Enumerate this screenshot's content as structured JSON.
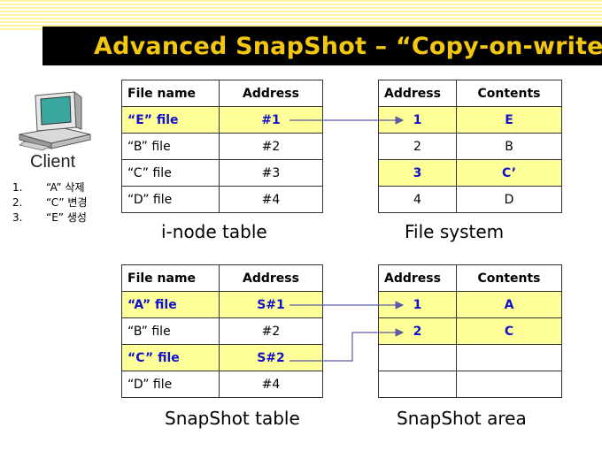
{
  "title": "Advanced SnapShot – “Copy-on-write”",
  "client": {
    "icon": "computer-icon",
    "label": "Client",
    "operations": [
      {
        "num": "1.",
        "text": "“A” 삭제"
      },
      {
        "num": "2.",
        "text": "“C” 변경"
      },
      {
        "num": "3.",
        "text": "“E” 생성"
      }
    ]
  },
  "inode_table": {
    "caption": "i-node table",
    "headers": [
      "File name",
      "Address"
    ],
    "rows": [
      {
        "name": "“E” file",
        "address": "#1"
      },
      {
        "name": "“B” file",
        "address": "#2"
      },
      {
        "name": "“C” file",
        "address": "#3"
      },
      {
        "name": "“D” file",
        "address": "#4"
      }
    ]
  },
  "file_system": {
    "caption": "File system",
    "headers": [
      "Address",
      "Contents"
    ],
    "rows": [
      {
        "address": "1",
        "contents": "E"
      },
      {
        "address": "2",
        "contents": "B"
      },
      {
        "address": "3",
        "contents": "C’"
      },
      {
        "address": "4",
        "contents": "D"
      }
    ]
  },
  "snapshot_table": {
    "caption": "SnapShot table",
    "headers": [
      "File name",
      "Address"
    ],
    "rows": [
      {
        "name": "“A” file",
        "address": "S#1"
      },
      {
        "name": "“B” file",
        "address": "#2"
      },
      {
        "name": "“C” file",
        "address": "S#2"
      },
      {
        "name": "“D” file",
        "address": "#4"
      }
    ]
  },
  "snapshot_area": {
    "caption": "SnapShot area",
    "headers": [
      "Address",
      "Contents"
    ],
    "rows": [
      {
        "address": "1",
        "contents": "A"
      },
      {
        "address": "2",
        "contents": "C"
      },
      {
        "address": "",
        "contents": ""
      },
      {
        "address": "",
        "contents": ""
      }
    ]
  },
  "colors": {
    "title": "#f3c70f",
    "title_bar": "#000000",
    "highlight": "#ffff99",
    "highlight_text": "#1111cc"
  }
}
